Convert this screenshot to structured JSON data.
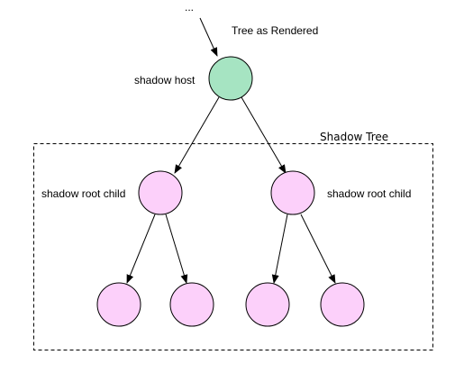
{
  "diagram": {
    "top_ellipsis": "...",
    "tree_label": "Tree as Rendered",
    "host_label": "shadow host",
    "shadow_tree_label": "Shadow Tree",
    "left_child_label": "shadow root child",
    "right_child_label": "shadow root child"
  },
  "colors": {
    "host_fill": "#a6e4c2",
    "shadow_node_fill": "#fcd0fa",
    "stroke": "#000000",
    "background": "#ffffff"
  }
}
